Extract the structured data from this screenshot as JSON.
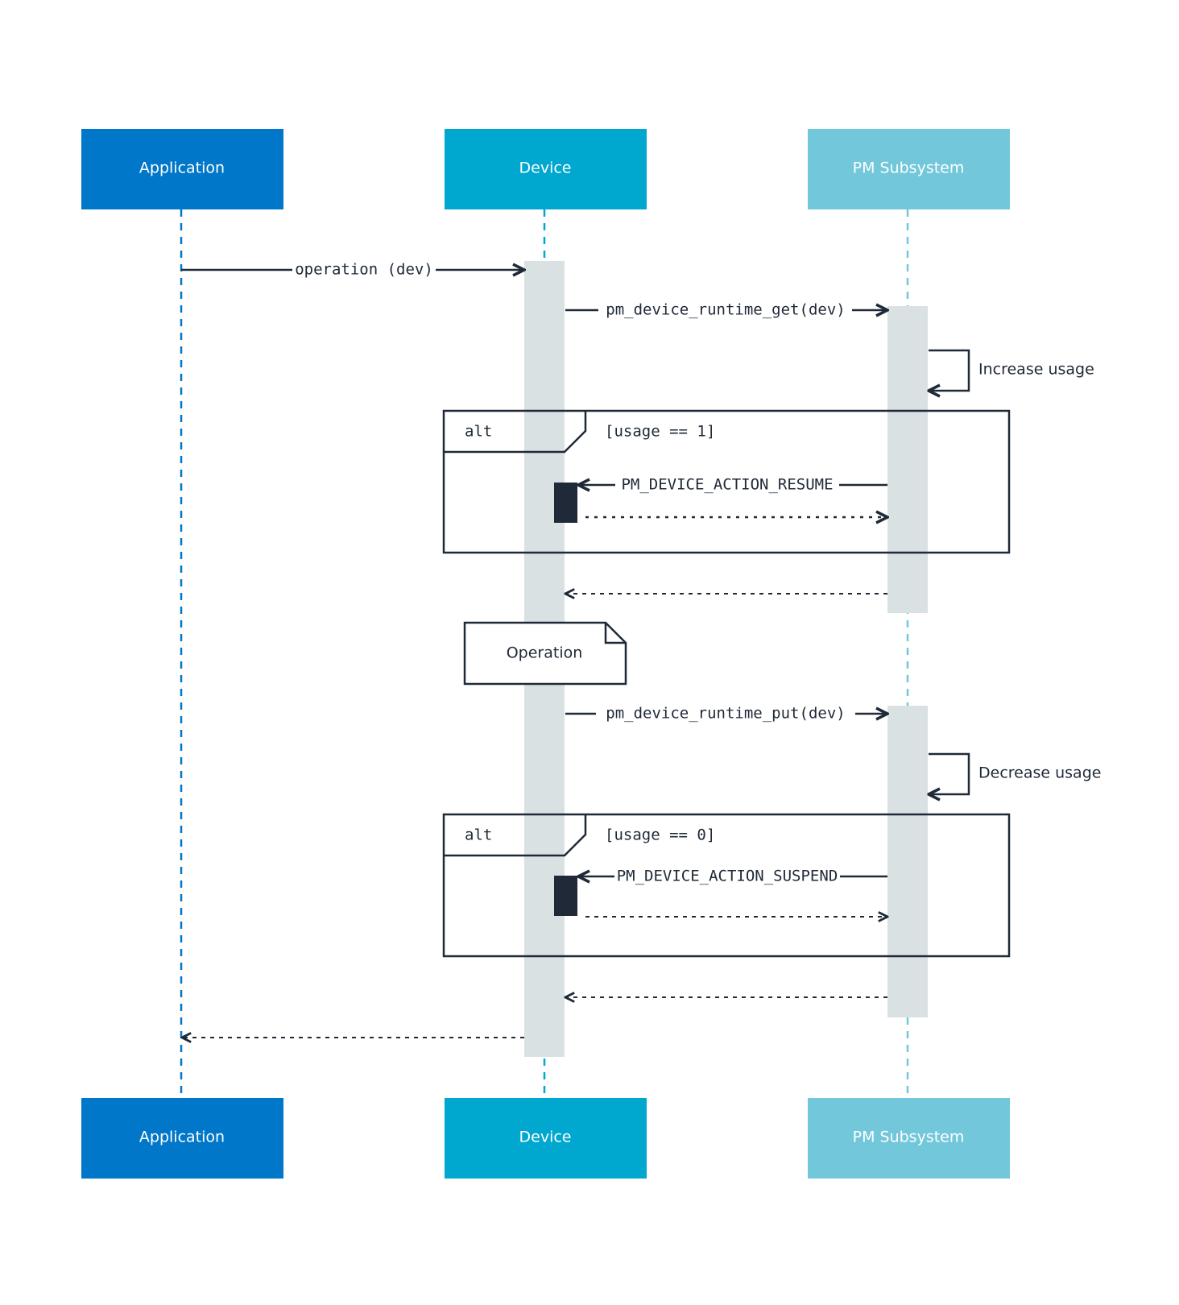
{
  "participants": {
    "application": {
      "label": "Application",
      "color": "#0077c8"
    },
    "device": {
      "label": "Device",
      "color": "#00a7ce"
    },
    "pm": {
      "label": "PM Subsystem",
      "color": "#72c7db"
    }
  },
  "colors": {
    "activation": "#d9e1e3",
    "ink": "#1f2937"
  },
  "messages": {
    "operation": "operation (dev)",
    "get": "pm_device_runtime_get(dev)",
    "increase": "Increase usage",
    "resume": "PM_DEVICE_ACTION_RESUME",
    "put": "pm_device_runtime_put(dev)",
    "decrease": "Decrease usage",
    "suspend": "PM_DEVICE_ACTION_SUSPEND"
  },
  "fragments": {
    "alt1": {
      "keyword": "alt",
      "guard": "[usage == 1]"
    },
    "alt2": {
      "keyword": "alt",
      "guard": "[usage == 0]"
    }
  },
  "note": {
    "text": "Operation"
  }
}
